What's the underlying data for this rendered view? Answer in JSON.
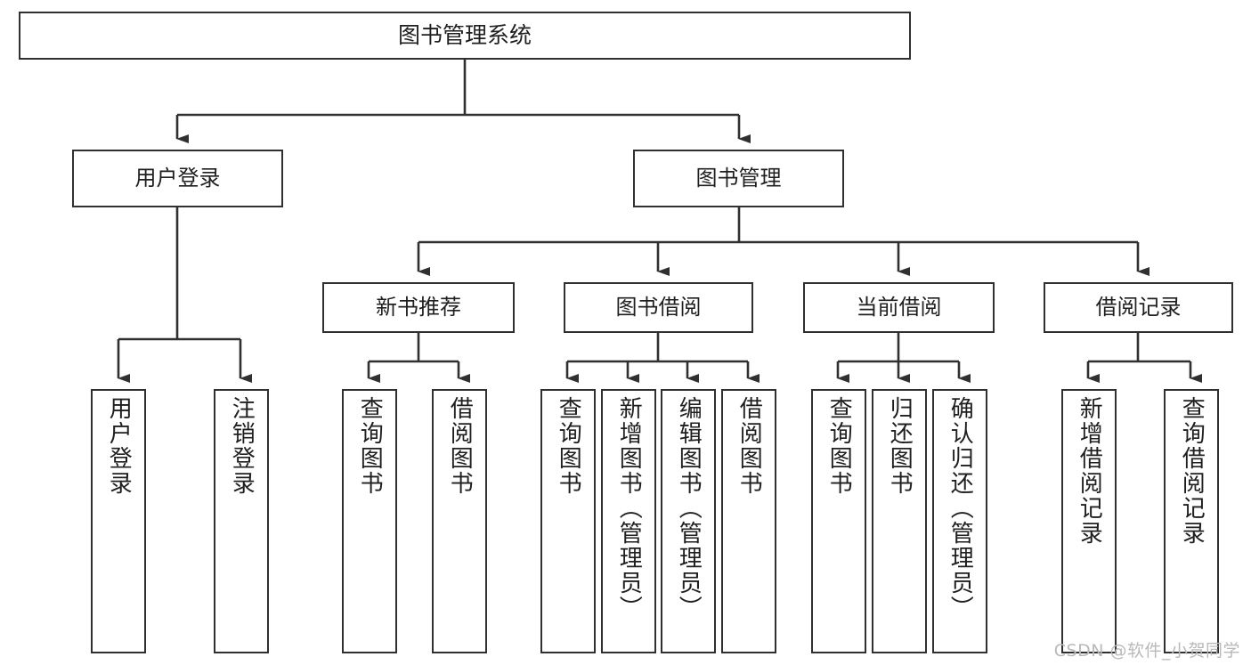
{
  "diagram": {
    "title": "图书管理系统",
    "type": "tree-hierarchy-chart",
    "watermark": "CSDN @软件_小贺同学",
    "colors": {
      "box_border": "#303030",
      "box_fill": "#ffffff",
      "connector": "#303030",
      "text": "#1f1f1f",
      "watermark": "#b9b9b9"
    },
    "nodes": {
      "root": {
        "label": "图书管理系统"
      },
      "level2": [
        {
          "id": "user-login",
          "label": "用户登录"
        },
        {
          "id": "book-management",
          "label": "图书管理"
        }
      ],
      "level3": [
        {
          "id": "new-book-recommend",
          "label": "新书推荐"
        },
        {
          "id": "book-borrow",
          "label": "图书借阅"
        },
        {
          "id": "current-borrow",
          "label": "当前借阅"
        },
        {
          "id": "borrow-record",
          "label": "借阅记录"
        }
      ],
      "leaves": [
        {
          "id": "leaf-user-login",
          "label": "用户登录",
          "parent": "user-login"
        },
        {
          "id": "leaf-logout",
          "label": "注销登录",
          "parent": "user-login"
        },
        {
          "id": "leaf-query-book-1",
          "label": "查询图书",
          "parent": "new-book-recommend"
        },
        {
          "id": "leaf-borrow-book-1",
          "label": "借阅图书",
          "parent": "new-book-recommend"
        },
        {
          "id": "leaf-query-book-2",
          "label": "查询图书",
          "parent": "book-borrow"
        },
        {
          "id": "leaf-add-book",
          "label": "新增图书（管理员）",
          "parent": "book-borrow"
        },
        {
          "id": "leaf-edit-book",
          "label": "编辑图书（管理员）",
          "parent": "book-borrow"
        },
        {
          "id": "leaf-borrow-book-2",
          "label": "借阅图书",
          "parent": "book-borrow"
        },
        {
          "id": "leaf-query-book-3",
          "label": "查询图书",
          "parent": "current-borrow"
        },
        {
          "id": "leaf-return-book",
          "label": "归还图书",
          "parent": "current-borrow"
        },
        {
          "id": "leaf-confirm-return",
          "label": "确认归还（管理员）",
          "parent": "current-borrow"
        },
        {
          "id": "leaf-add-record",
          "label": "新增借阅记录",
          "parent": "borrow-record"
        },
        {
          "id": "leaf-query-record",
          "label": "查询借阅记录",
          "parent": "borrow-record"
        }
      ]
    }
  }
}
